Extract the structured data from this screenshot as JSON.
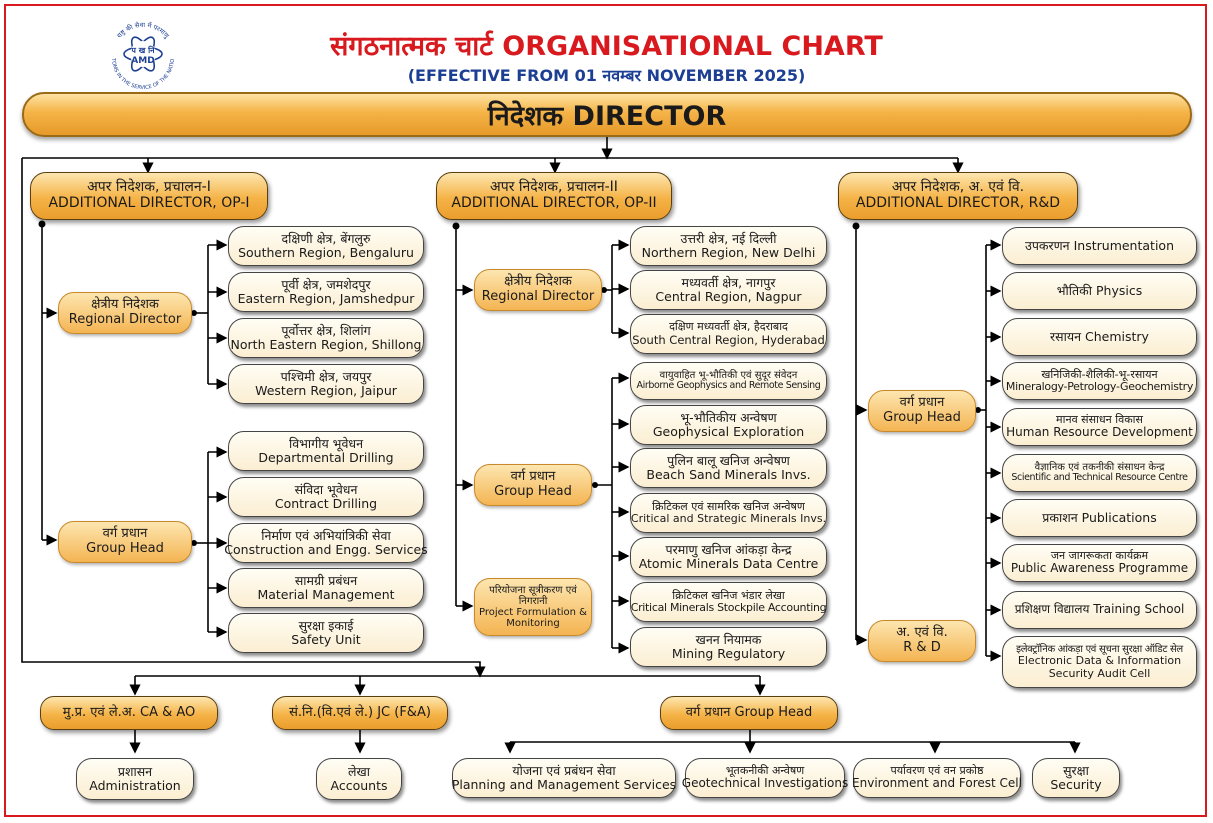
{
  "header": {
    "title": "संगठनात्मक चार्ट ORGANISATIONAL CHART",
    "subtitle": "(EFFECTIVE FROM 01 नवम्बर NOVEMBER 2025)",
    "logo_text_top": "राष्ट्र की सेवा में परमाणु",
    "logo_text_hindi": "प ख नि",
    "logo_text": "AMD",
    "logo_text_bottom": "ATOMS IN THE SERVICE OF THE NATION"
  },
  "director": "निदेशक DIRECTOR",
  "op1": {
    "head_hi": "अपर निदेशक, प्रचालन-I",
    "head_en": "ADDITIONAL DIRECTOR, OP-I",
    "regional_director": {
      "hi": "क्षेत्रीय निदेशक",
      "en": "Regional Director"
    },
    "regions": [
      {
        "hi": "दक्षिणी क्षेत्र, बेंगलुरु",
        "en": "Southern Region, Bengaluru"
      },
      {
        "hi": "पूर्वी क्षेत्र, जमशेदपुर",
        "en": "Eastern Region, Jamshedpur"
      },
      {
        "hi": "पूर्वोत्तर क्षेत्र, शिलांग",
        "en": "North Eastern Region, Shillong"
      },
      {
        "hi": "पश्चिमी क्षेत्र, जयपुर",
        "en": "Western Region, Jaipur"
      }
    ],
    "group_head": {
      "hi": "वर्ग प्रधान",
      "en": "Group Head"
    },
    "groups": [
      {
        "hi": "विभागीय भूवेधन",
        "en": "Departmental Drilling"
      },
      {
        "hi": "संविदा भूवेधन",
        "en": "Contract Drilling"
      },
      {
        "hi": "निर्माण एवं अभियांत्रिकी सेवा",
        "en": "Construction and Engg. Services"
      },
      {
        "hi": "सामग्री प्रबंधन",
        "en": "Material Management"
      },
      {
        "hi": "सुरक्षा इकाई",
        "en": "Safety Unit"
      }
    ]
  },
  "op2": {
    "head_hi": "अपर निदेशक, प्रचालन-II",
    "head_en": "ADDITIONAL DIRECTOR, OP-II",
    "regional_director": {
      "hi": "क्षेत्रीय निदेशक",
      "en": "Regional Director"
    },
    "regions": [
      {
        "hi": "उत्तरी क्षेत्र, नई दिल्ली",
        "en": "Northern Region, New Delhi"
      },
      {
        "hi": "मध्यवर्ती क्षेत्र, नागपुर",
        "en": "Central Region, Nagpur"
      },
      {
        "hi": "दक्षिण मध्यवर्ती क्षेत्र, हैदराबाद",
        "en": "South Central Region, Hyderabad"
      }
    ],
    "group_head": {
      "hi": "वर्ग प्रधान",
      "en": "Group Head"
    },
    "groups": [
      {
        "hi": "वायुवाहित भू-भौतिकी एवं सुदूर संवेदन",
        "en": "Airborne Geophysics and Remote Sensing"
      },
      {
        "hi": "भू-भौतिकीय अन्वेषण",
        "en": "Geophysical Exploration"
      },
      {
        "hi": "पुलिन बालू खनिज अन्वेषण",
        "en": "Beach Sand Minerals Invs."
      },
      {
        "hi": "क्रिटिकल एवं सामरिक खनिज अन्वेषण",
        "en": "Critical and Strategic Minerals Invs."
      },
      {
        "hi": "परमाणु खनिज आंकड़ा केन्द्र",
        "en": "Atomic Minerals Data Centre"
      },
      {
        "hi": "क्रिटिकल खनिज भंडार लेखा",
        "en": "Critical Minerals Stockpile Accounting"
      },
      {
        "hi": "खनन नियामक",
        "en": "Mining Regulatory"
      }
    ],
    "project": {
      "hi": "परियोजना सूत्रीकरण एवं निगरानी",
      "en": "Project Formulation & Monitoring"
    }
  },
  "rd": {
    "head_hi": "अपर निदेशक, अ. एवं वि.",
    "head_en": "ADDITIONAL DIRECTOR, R&D",
    "group_head": {
      "hi": "वर्ग प्रधान",
      "en": "Group Head"
    },
    "rd_node": {
      "hi": "अ. एवं वि.",
      "en": "R & D"
    },
    "groups": [
      {
        "hi": "उपकरणन",
        "en": "Instrumentation"
      },
      {
        "hi": "भौतिकी",
        "en": "Physics"
      },
      {
        "hi": "रसायन",
        "en": "Chemistry"
      },
      {
        "hi": "खनिजिकी-शैलिकी-भू-रसायन",
        "en": "Mineralogy-Petrology-Geochemistry"
      },
      {
        "hi": "मानव संसाधन विकास",
        "en": "Human Resource Development"
      },
      {
        "hi": "वैज्ञानिक एवं तकनीकी संसाधन केन्द्र",
        "en": "Scientific and Technical Resource Centre"
      },
      {
        "hi": "प्रकाशन",
        "en": "Publications"
      },
      {
        "hi": "जन जागरूकता कार्यक्रम",
        "en": "Public Awareness Programme"
      },
      {
        "hi": "प्रशिक्षण विद्यालय",
        "en": "Training School"
      },
      {
        "hi": "इलेक्ट्रॉनिक आंकड़ा एवं सूचना सुरक्षा ऑडिट सेल",
        "en": "Electronic Data & Information",
        "en2": "Security Audit Cell"
      }
    ]
  },
  "bottom": {
    "ca_ao": "मु.प्र. एवं ले.अ. CA & AO",
    "administration": {
      "hi": "प्रशासन",
      "en": "Administration"
    },
    "jc": "सं.नि.(वि.एवं ले.) JC (F&A)",
    "accounts": {
      "hi": "लेखा",
      "en": "Accounts"
    },
    "group_head": "वर्ग प्रधान Group Head",
    "units": [
      {
        "hi": "योजना एवं प्रबंधन सेवा",
        "en": "Planning and Management Services"
      },
      {
        "hi": "भूतकनीकी अन्वेषण",
        "en": "Geotechnical Investigations"
      },
      {
        "hi": "पर्यावरण एवं वन प्रकोष्ठ",
        "en": "Environment and Forest Cell"
      },
      {
        "hi": "सुरक्षा",
        "en": "Security"
      }
    ]
  },
  "colors": {
    "title_red": "#d8191e",
    "subtitle_blue": "#1c3f94",
    "orange": "#f5b347",
    "border_red": "#d8191e"
  }
}
